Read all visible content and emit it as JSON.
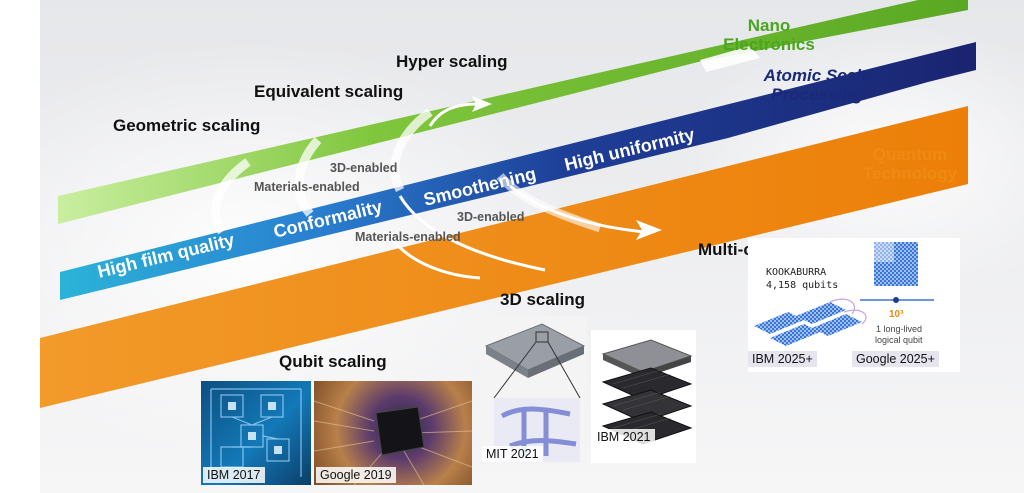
{
  "colors": {
    "green": "#6ab52e",
    "navy": "#1a2a78",
    "orange": "#ef8a12",
    "cyan": "#2a9fd6",
    "text_dark": "#111111",
    "text_muted": "#555555"
  },
  "technologies": {
    "nano": "Nano Electronics",
    "atomic": "Atomic Scale Processing",
    "quantum": "Quantum Technology"
  },
  "scaling_stages": {
    "geometric": "Geometric scaling",
    "equivalent": "Equivalent scaling",
    "hyper": "Hyper scaling"
  },
  "band_labels": {
    "film_quality": "High film quality",
    "conformality": "Conformality",
    "smoothening": "Smoothening",
    "uniformity": "High uniformity"
  },
  "enablers_upper": {
    "d3": "3D-enabled",
    "materials": "Materials-enabled"
  },
  "enablers_lower": {
    "d3": "3D-enabled",
    "materials": "Materials-enabled"
  },
  "quantum_stages": {
    "qubit": "Qubit scaling",
    "d3": "3D scaling",
    "multichip": "Multi-chip scaling"
  },
  "images": {
    "ibm2017": "IBM 2017",
    "google2019": "Google 2019",
    "mit2021": "MIT 2021",
    "ibm2021": "IBM 2021",
    "ibm2025": "IBM 2025+",
    "google2025": "Google 2025+"
  },
  "kookaburra": {
    "name": "KOOKABURRA",
    "qubits": "4,158 qubits"
  },
  "google_goal": {
    "exponent": "10³",
    "line1": "1 long-lived",
    "line2": "logical qubit"
  }
}
